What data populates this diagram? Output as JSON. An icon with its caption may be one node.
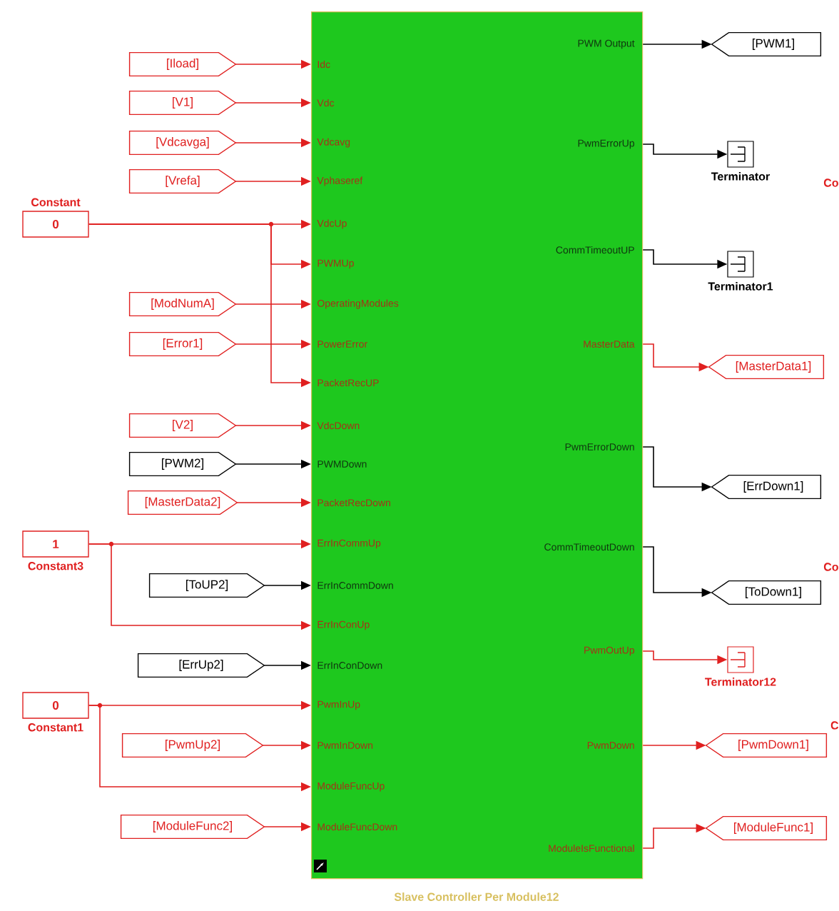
{
  "diagram": {
    "nodes": [
      {
        "text": [
          "Idc",
          "Vdc",
          "Vdcavg",
          "Vphaseref",
          "VdcUp",
          "PWMUp",
          "OperatingModules",
          "PowerError",
          "PacketRecUP",
          "VdcDown",
          "PWMDown",
          "PacketRecDown",
          "ErrInCommUp",
          "ErrInCommDown",
          "ErrInConUp",
          "ErrInConDown",
          "PwmInUp",
          "PwmInDown",
          "ModuleFuncUp",
          "ModuleFuncDown",
          "PWM Output",
          "PwmErrorUp",
          "CommTimeoutUP",
          "MasterData",
          "PwmErrorDown",
          "CommTimeoutDown",
          "PwmOutUp",
          "PwmDown",
          "ModuleIsFunctional"
        ],
        "beside": [
          "Slave Controller Per Module12"
        ]
      },
      {
        "text": [
          "[Iload]"
        ]
      },
      {
        "text": [
          "[V1]"
        ]
      },
      {
        "text": [
          "[Vdcavga]"
        ]
      },
      {
        "text": [
          "[Vrefa]"
        ]
      },
      {
        "text": [
          "0"
        ],
        "beside": [
          "Constant"
        ]
      },
      {
        "text": [
          "[ModNumA]"
        ]
      },
      {
        "text": [
          "[Error1]"
        ]
      },
      {
        "text": [
          "[V2]"
        ]
      },
      {
        "text": [
          "[PWM2]"
        ]
      },
      {
        "text": [
          "[MasterData2]"
        ]
      },
      {
        "text": [
          "1"
        ],
        "beside": [
          "Constant3"
        ]
      },
      {
        "text": [
          "[ToUP2]"
        ]
      },
      {
        "text": [
          "[ErrUp2]"
        ]
      },
      {
        "text": [
          "0"
        ],
        "beside": [
          "Constant1"
        ]
      },
      {
        "text": [
          "[PwmUp2]"
        ]
      },
      {
        "text": [
          "[ModuleFunc2]"
        ]
      },
      {
        "text": [
          "[PWM1]"
        ]
      },
      {
        "text": [],
        "shape": "box",
        "beside": [
          "Terminator"
        ]
      },
      {
        "text": [],
        "shape": "box",
        "beside": [
          "Terminator1"
        ]
      },
      {
        "text": [
          "[MasterData1]"
        ]
      },
      {
        "text": [
          "[ErrDown1]"
        ]
      },
      {
        "text": [
          "[ToDown1]"
        ]
      },
      {
        "text": [],
        "shape": "box",
        "beside": [
          "Terminator12"
        ]
      },
      {
        "text": [
          "[PwmDown1]"
        ]
      },
      {
        "text": [
          "[ModuleFunc1]"
        ]
      }
    ],
    "edges": [
      {
        "from": 1,
        "to": 0,
        "arrow": "to"
      },
      {
        "from": 2,
        "to": 0,
        "arrow": "to"
      },
      {
        "from": 3,
        "to": 0,
        "arrow": "to"
      },
      {
        "from": 4,
        "to": 0,
        "arrow": "to"
      },
      {
        "from": 5,
        "to": 0,
        "arrow": "to"
      },
      {
        "from": 5,
        "to": 0,
        "arrow": "to"
      },
      {
        "from": 6,
        "to": 0,
        "arrow": "to"
      },
      {
        "from": 7,
        "to": 0,
        "arrow": "to"
      },
      {
        "from": 5,
        "to": 0,
        "arrow": "to"
      },
      {
        "from": 8,
        "to": 0,
        "arrow": "to"
      },
      {
        "from": 9,
        "to": 0,
        "arrow": "to",
        "color": "#000000"
      },
      {
        "from": 10,
        "to": 0,
        "arrow": "to"
      },
      {
        "from": 11,
        "to": 0,
        "arrow": "to"
      },
      {
        "from": 12,
        "to": 0,
        "arrow": "to",
        "color": "#000000"
      },
      {
        "from": 11,
        "to": 0,
        "arrow": "to"
      },
      {
        "from": 13,
        "to": 0,
        "arrow": "to",
        "color": "#000000"
      },
      {
        "from": 14,
        "to": 0,
        "arrow": "to"
      },
      {
        "from": 15,
        "to": 0,
        "arrow": "to"
      },
      {
        "from": 14,
        "to": 0,
        "arrow": "to"
      },
      {
        "from": 16,
        "to": 0,
        "arrow": "to"
      },
      {
        "from": 0,
        "to": 17,
        "arrow": "to",
        "color": "#000000"
      },
      {
        "from": 0,
        "to": 18,
        "arrow": "to",
        "color": "#000000"
      },
      {
        "from": 0,
        "to": 19,
        "arrow": "to",
        "color": "#000000"
      },
      {
        "from": 0,
        "to": 20,
        "arrow": "to"
      },
      {
        "from": 0,
        "to": 21,
        "arrow": "to",
        "color": "#000000"
      },
      {
        "from": 0,
        "to": 22,
        "arrow": "to",
        "color": "#000000"
      },
      {
        "from": 0,
        "to": 23,
        "arrow": "to"
      },
      {
        "from": 0,
        "to": 24,
        "arrow": "to"
      },
      {
        "from": 0,
        "to": 25,
        "arrow": "to"
      }
    ],
    "labels": [
      "Co",
      "Co",
      "C"
    ]
  }
}
